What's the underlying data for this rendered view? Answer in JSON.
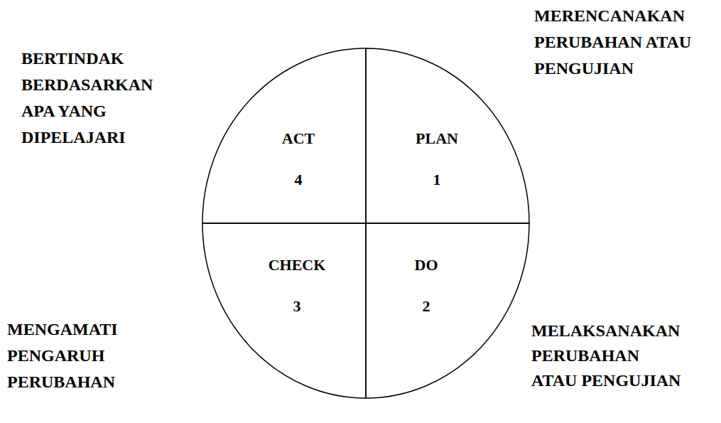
{
  "diagram": {
    "nodes": [
      {
        "text": [
          "ACT",
          "4"
        ]
      },
      {
        "text": [
          "PLAN",
          "1"
        ]
      },
      {
        "text": [
          "CHECK",
          "3"
        ]
      },
      {
        "text": [
          "DO",
          "2"
        ]
      }
    ],
    "labels": [
      "BERTINDAK BERDASARKAN APA YANG DIPELAJARI",
      "MERENCANAKAN PERUBAHAN ATAU PENGUJIAN",
      "MENGAMATI PENGARUH PERUBAHAN",
      "MELAKSANAKAN PERUBAHAN ATAU PENGUJIAN"
    ]
  }
}
